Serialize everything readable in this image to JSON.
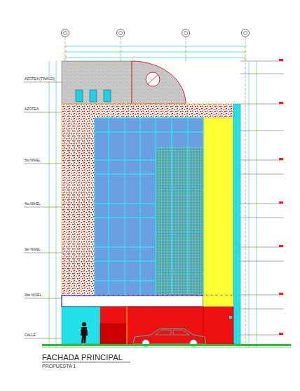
{
  "diagram": {
    "title": "FACHADA PRINCIPAL",
    "caption": "PROPUESTA 1",
    "labels": [
      "AZOTEA (TINACO)",
      "AZOTEA",
      "5to NIVEL",
      "4to NIVEL",
      "3er NIVEL",
      "2do NIVEL",
      "CALLE"
    ]
  }
}
